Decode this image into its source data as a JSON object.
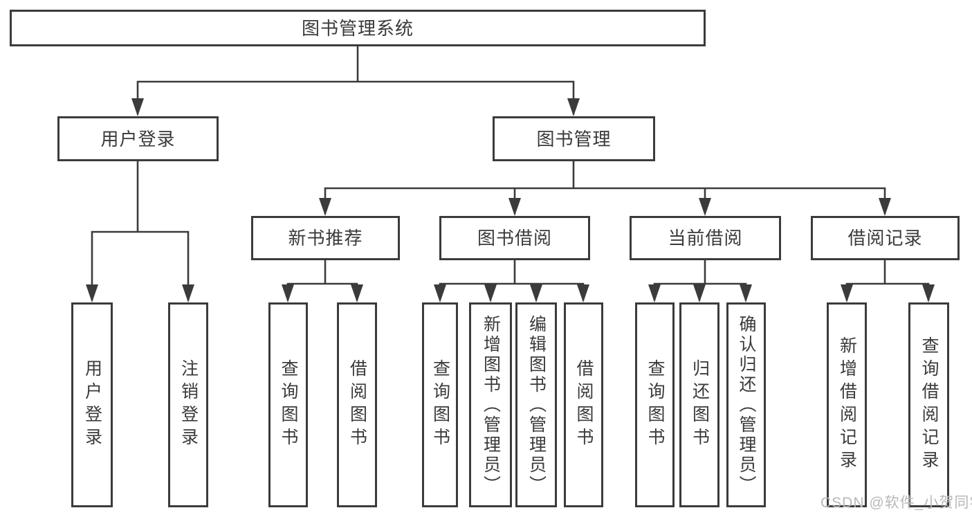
{
  "tree": {
    "label": "图书管理系统",
    "children": [
      {
        "label": "用户登录",
        "children": [
          "用户登录",
          "注销登录"
        ]
      },
      {
        "label": "图书管理",
        "children": [
          {
            "label": "新书推荐",
            "children": [
              "查询图书",
              "借阅图书"
            ]
          },
          {
            "label": "图书借阅",
            "children": [
              "查询图书",
              "新增图书（管理员）",
              "编辑图书（管理员）",
              "借阅图书"
            ]
          },
          {
            "label": "当前借阅",
            "children": [
              "查询图书",
              "归还图书",
              "确认归还（管理员）"
            ]
          },
          {
            "label": "借阅记录",
            "children": [
              "新增借阅记录",
              "查询借阅记录"
            ]
          }
        ]
      }
    ]
  },
  "watermark": "CSDN @软件_小贺同学",
  "colors": {
    "line": "#3b3b3b",
    "text": "#3a3a3a",
    "watermark": "#b8b8b8"
  }
}
